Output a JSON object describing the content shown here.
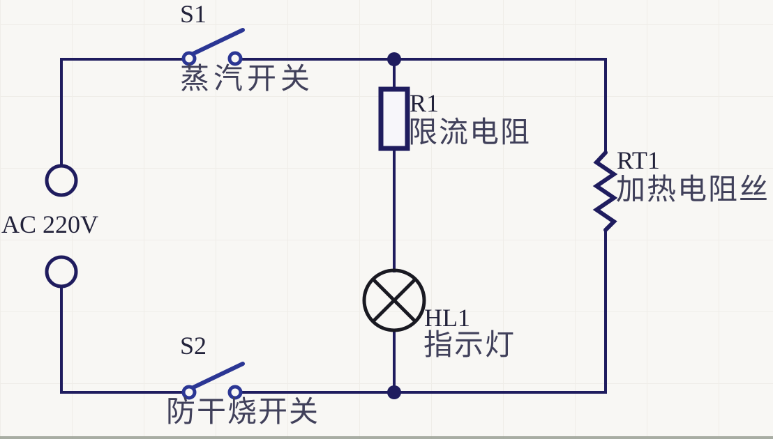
{
  "diagram": {
    "kind": "circuit-schematic",
    "source": {
      "label": "AC 220V"
    },
    "switch_s1": {
      "designator": "S1",
      "name": "蒸汽开关"
    },
    "switch_s2": {
      "designator": "S2",
      "name": "防干烧开关"
    },
    "resistor_r1": {
      "designator": "R1",
      "name": "限流电阻"
    },
    "resistor_rt1": {
      "designator": "RT1",
      "name": "加热电阻丝"
    },
    "lamp_hl1": {
      "designator": "HL1",
      "name": "指示灯"
    },
    "colors": {
      "wire": "#1f1c5e",
      "switch_lever": "#2b3694",
      "lamp_stroke": "#191921",
      "designator_text": "#22223a",
      "label_text": "#40405a",
      "background": "#f8f7f4",
      "resistor_fill": "#f7f6fa"
    }
  }
}
